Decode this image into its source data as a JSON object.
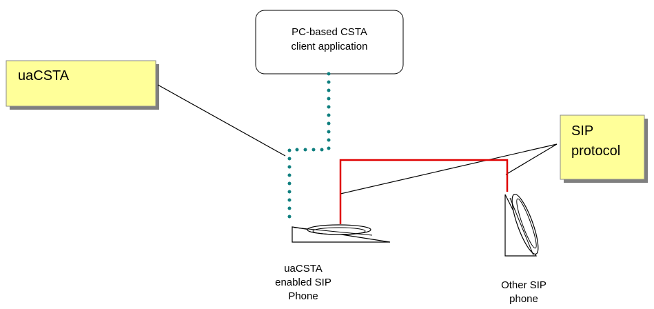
{
  "client_box": {
    "line1": "PC-based CSTA",
    "line2": "client application"
  },
  "uacsta_note": {
    "label": "uaCSTA"
  },
  "sip_note": {
    "line1": "SIP",
    "line2": "protocol"
  },
  "uacsta_phone": {
    "line1": "uaCSTA",
    "line2": "enabled SIP",
    "line3": "Phone"
  },
  "other_phone": {
    "line1": "Other SIP",
    "line2": "phone"
  },
  "colors": {
    "csta_link": "#0f7f7f",
    "sip_link": "#e00000",
    "note_fill": "#ffff99",
    "note_shadow": "#7f7f7f"
  }
}
